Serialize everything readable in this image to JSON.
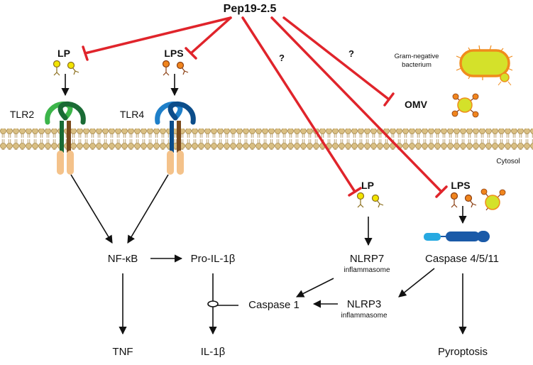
{
  "colors": {
    "inhibit": "#e0242b",
    "arrow": "#111111",
    "tlr2_light": "#3cb54a",
    "tlr2_dark": "#1a6b35",
    "tlr4_light": "#1e7fc9",
    "tlr4_dark": "#0c4d8a",
    "receptor_stalk": "#7a4a1c",
    "receptor_tail": "#f4c28a",
    "membrane": "#d9bf83",
    "membrane_stroke": "#a98a4c",
    "lp_head": "#f2e500",
    "lps_head": "#f0851e",
    "bacterium_fill": "#d4e12a",
    "bacterium_outline": "#f08c1c",
    "caspase_light": "#27a9e1",
    "caspase_dark": "#1a5aa8"
  },
  "labels": {
    "peptide": "Pep19-2.5",
    "lp_top": "LP",
    "lps_top": "LPS",
    "tlr2": "TLR2",
    "tlr4": "TLR4",
    "question_1": "?",
    "question_2": "?",
    "bacterium_line1": "Gram-negative",
    "bacterium_line2": "bacterium",
    "omv": "OMV",
    "cytosol": "Cytosol",
    "lp_cytosol": "LP",
    "lps_cytosol": "LPS",
    "nfkb": "NF-κB",
    "pro_il1b": "Pro-IL-1β",
    "nlrp7": "NLRP7",
    "nlrp7_sub": "inflammasome",
    "caspase_4511": "Caspase 4/5/11",
    "caspase_1": "Caspase 1",
    "nlrp3": "NLRP3",
    "nlrp3_sub": "inflammasome",
    "tnf": "TNF",
    "il1b": "IL-1β",
    "pyroptosis": "Pyroptosis"
  }
}
